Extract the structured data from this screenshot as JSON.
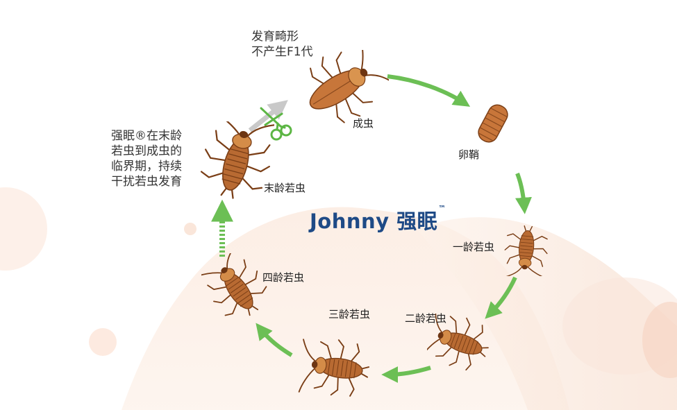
{
  "brand": {
    "name": "Johnny 强眠",
    "trademark": "™",
    "color": "#1e4a86"
  },
  "notes": {
    "top": [
      "发育畸形",
      "不产生F1代"
    ],
    "left": [
      "强眠®在末龄",
      "若虫到成虫的",
      "临界期，持续",
      "干扰若虫发育"
    ]
  },
  "stages": {
    "adult": "成虫",
    "ootheca": "卵鞘",
    "instar1": "一龄若虫",
    "instar2": "二龄若虫",
    "instar3": "三龄若虫",
    "instar4": "四龄若虫",
    "final_instar": "末龄若虫"
  },
  "colors": {
    "cycle_arrow": "#6cbf55",
    "disrupted_arrow": "#c9c9c9",
    "body": "#b86a32",
    "body_dark": "#7a3e16",
    "scissors": "#5cb644"
  },
  "icons": [
    "scissors-icon",
    "cockroach-icon",
    "ootheca-icon"
  ]
}
